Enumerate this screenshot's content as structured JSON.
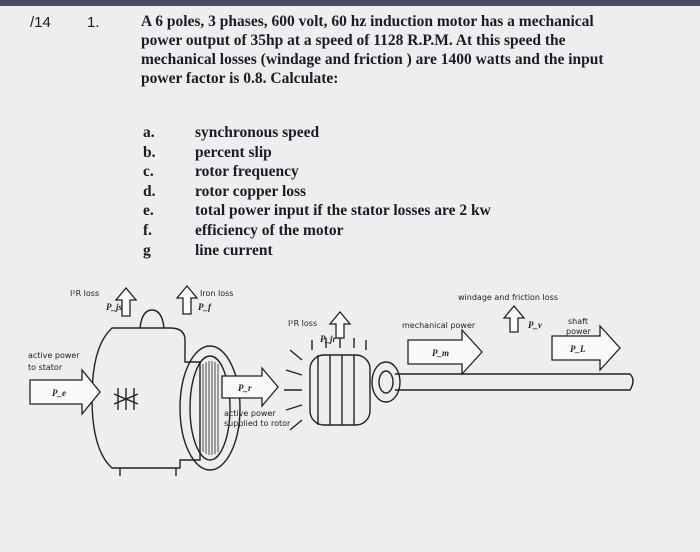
{
  "question": {
    "marks": "/14",
    "number": "1.",
    "lines": [
      "A 6 poles, 3 phases, 600 volt, 60 hz induction motor has a mechanical",
      "power output of 35hp at a speed of 1128 R.P.M. At this speed the",
      "mechanical losses (windage and friction ) are 1400 watts and the input",
      "power factor is 0.8. Calculate:"
    ]
  },
  "tasks": [
    {
      "letter": "a.",
      "text": "synchronous speed"
    },
    {
      "letter": "b.",
      "text": "percent slip"
    },
    {
      "letter": "c.",
      "text": "rotor frequency"
    },
    {
      "letter": "d.",
      "text": "rotor copper loss"
    },
    {
      "letter": "e.",
      "text": "total power input if the stator losses are 2 kw"
    },
    {
      "letter": "f.",
      "text": "efficiency of the motor"
    },
    {
      "letter": "g",
      "text": "line current"
    }
  ],
  "diagram": {
    "stator_i2r_label": "I²R loss",
    "stator_i2r_symbol": "P_js",
    "iron_loss_label": "Iron loss",
    "iron_loss_symbol": "P_f",
    "rotor_i2r_label": "I²R loss",
    "rotor_i2r_symbol": "P_jr",
    "windage_label": "windage and friction loss",
    "windage_symbol": "P_v",
    "mechanical_power_label": "mechanical power",
    "mechanical_power_symbol": "P_m",
    "shaft_power_label_1": "shaft",
    "shaft_power_label_2": "power",
    "shaft_power_symbol": "P_L",
    "active_to_stator_label_1": "active power",
    "active_to_stator_label_2": "to stator",
    "active_to_stator_symbol": "P_e",
    "active_to_rotor_label_1": "active power",
    "active_to_rotor_label_2": "supplied to rotor",
    "active_to_rotor_symbol": "P_r"
  }
}
